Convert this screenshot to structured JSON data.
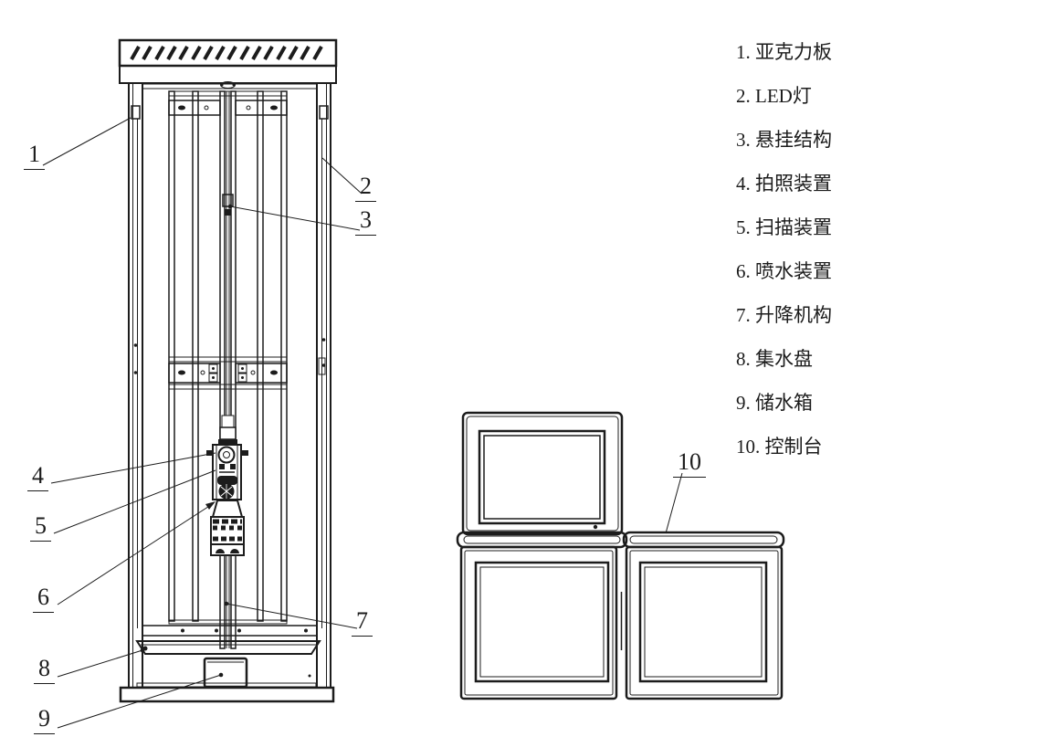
{
  "colors": {
    "background": "#ffffff",
    "line": "#1c1c1c"
  },
  "callouts": [
    {
      "label": "1"
    },
    {
      "label": "2"
    },
    {
      "label": "3"
    },
    {
      "label": "4"
    },
    {
      "label": "5"
    },
    {
      "label": "6"
    },
    {
      "label": "7"
    },
    {
      "label": "8"
    },
    {
      "label": "9"
    },
    {
      "label": "10"
    }
  ],
  "legend": {
    "items": [
      {
        "text": "1. 亚克力板"
      },
      {
        "text": "2. LED灯"
      },
      {
        "text": "3. 悬挂结构"
      },
      {
        "text": "4. 拍照装置"
      },
      {
        "text": "5. 扫描装置"
      },
      {
        "text": "6. 喷水装置"
      },
      {
        "text": "7. 升降机构"
      },
      {
        "text": "8. 集水盘"
      },
      {
        "text": "9. 储水箱"
      },
      {
        "text": "10. 控制台"
      }
    ]
  }
}
